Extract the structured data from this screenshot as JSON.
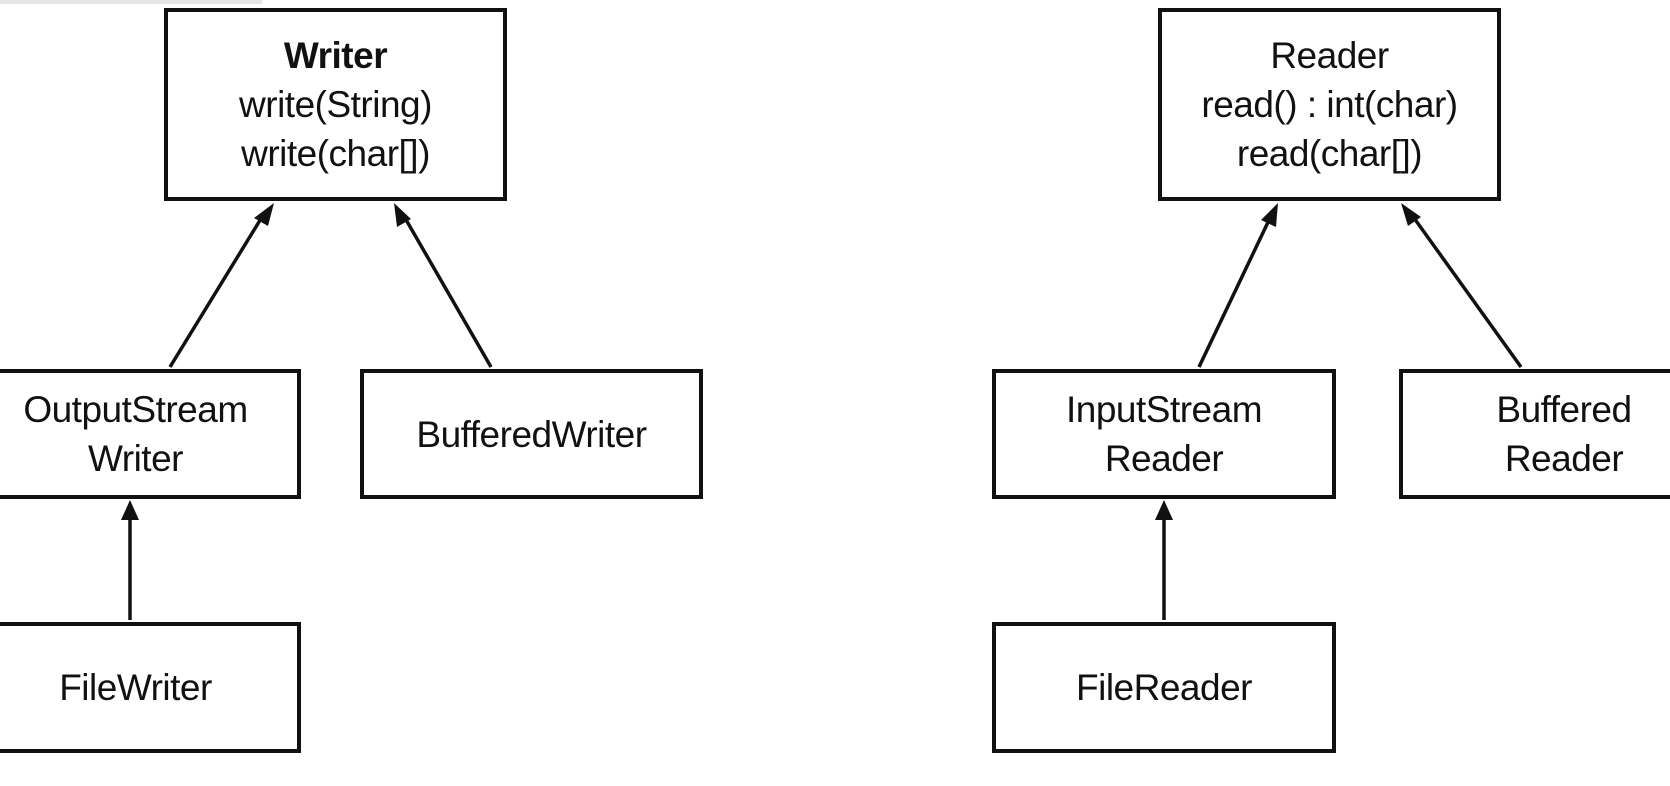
{
  "writer_hierarchy": {
    "writer": {
      "title": "Writer",
      "methods": [
        "write(String)",
        "write(char[])"
      ]
    },
    "output_stream_writer": {
      "lines": [
        "OutputStream",
        "Writer"
      ]
    },
    "buffered_writer": {
      "label": "BufferedWriter"
    },
    "file_writer": {
      "label": "FileWriter"
    }
  },
  "reader_hierarchy": {
    "reader": {
      "title": "Reader",
      "methods": [
        "read() : int(char)",
        "read(char[])"
      ]
    },
    "input_stream_reader": {
      "lines": [
        "InputStream",
        "Reader"
      ]
    },
    "buffered_reader": {
      "lines": [
        "Buffered",
        "Reader"
      ]
    },
    "file_reader": {
      "label": "FileReader"
    }
  },
  "relations": [
    {
      "from": "OutputStreamWriter",
      "to": "Writer"
    },
    {
      "from": "BufferedWriter",
      "to": "Writer"
    },
    {
      "from": "FileWriter",
      "to": "OutputStreamWriter"
    },
    {
      "from": "InputStreamReader",
      "to": "Reader"
    },
    {
      "from": "BufferedReader",
      "to": "Reader"
    },
    {
      "from": "FileReader",
      "to": "InputStreamReader"
    }
  ]
}
